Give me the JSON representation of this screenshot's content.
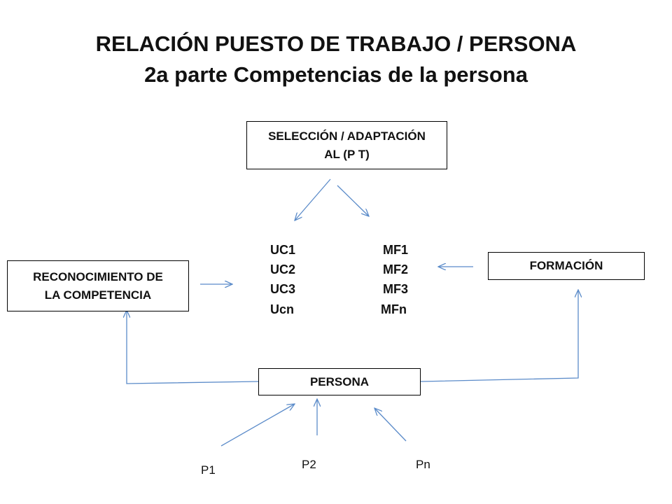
{
  "title": {
    "line1": "RELACIÓN PUESTO DE TRABAJO / PERSONA",
    "line2": "2a parte Competencias de la persona"
  },
  "boxes": {
    "seleccion": {
      "line1": "SELECCIÓN / ADAPTACIÓN",
      "line2": "AL (P T)"
    },
    "reconocimiento": {
      "line1": "RECONOCIMIENTO DE",
      "line2": "LA COMPETENCIA"
    },
    "formacion": {
      "label": "FORMACIÓN"
    },
    "persona": {
      "label": "PERSONA"
    }
  },
  "units": [
    "UC1",
    "UC2",
    "UC3",
    "Ucn"
  ],
  "modules": [
    "MF1",
    "MF2",
    "MF3",
    "MFn"
  ],
  "people": {
    "p1": "P1",
    "p2": "P2",
    "pn": "Pn"
  },
  "colors": {
    "arrow": "#5B8BC9",
    "border": "#000000",
    "text": "#111111"
  }
}
